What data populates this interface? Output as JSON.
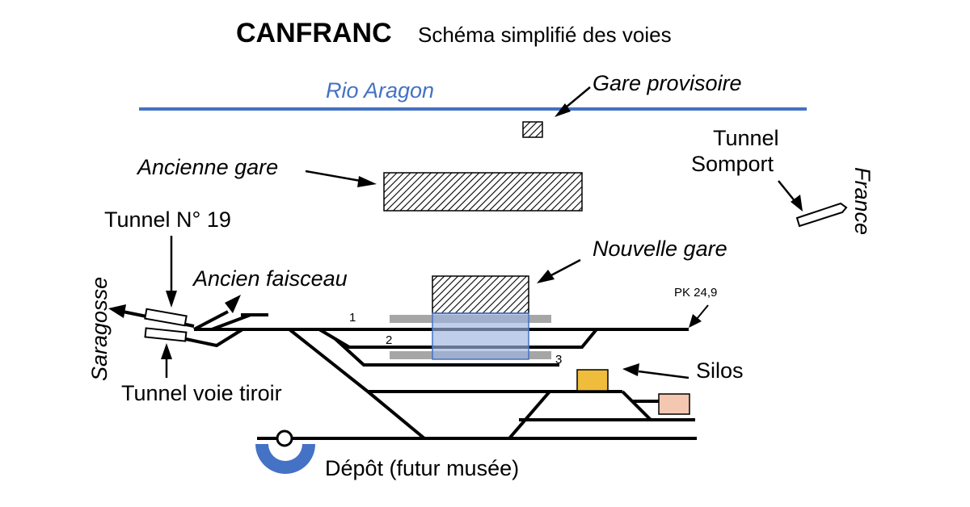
{
  "title": {
    "main": "CANFRANC",
    "subtitle": "Schéma simplifié des voies"
  },
  "river": {
    "label": "Rio Aragon",
    "color": "#4472c4"
  },
  "labels": {
    "gare_provisoire": "Gare provisoire",
    "ancienne_gare": "Ancienne gare",
    "tunnel_somport_line1": "Tunnel",
    "tunnel_somport_line2": "Somport",
    "france": "France",
    "tunnel_19": "Tunnel N° 19",
    "ancien_faisceau": "Ancien faisceau",
    "nouvelle_gare": "Nouvelle gare",
    "saragosse": "Saragosse",
    "pk": "PK 24,9",
    "tunnel_voie_tiroir": "Tunnel voie tiroir",
    "silos": "Silos",
    "depot": "Dépôt (futur musée)"
  },
  "track_numbers": {
    "t1": "1",
    "t2": "2",
    "t3": "3"
  },
  "colors": {
    "track": "#000000",
    "platform": "#a6a6a6",
    "new_station_overlay": "#9db4e0",
    "silo": "#f0bc3c",
    "building": "#f4c7b1",
    "depot_turntable": "#4472c4"
  }
}
